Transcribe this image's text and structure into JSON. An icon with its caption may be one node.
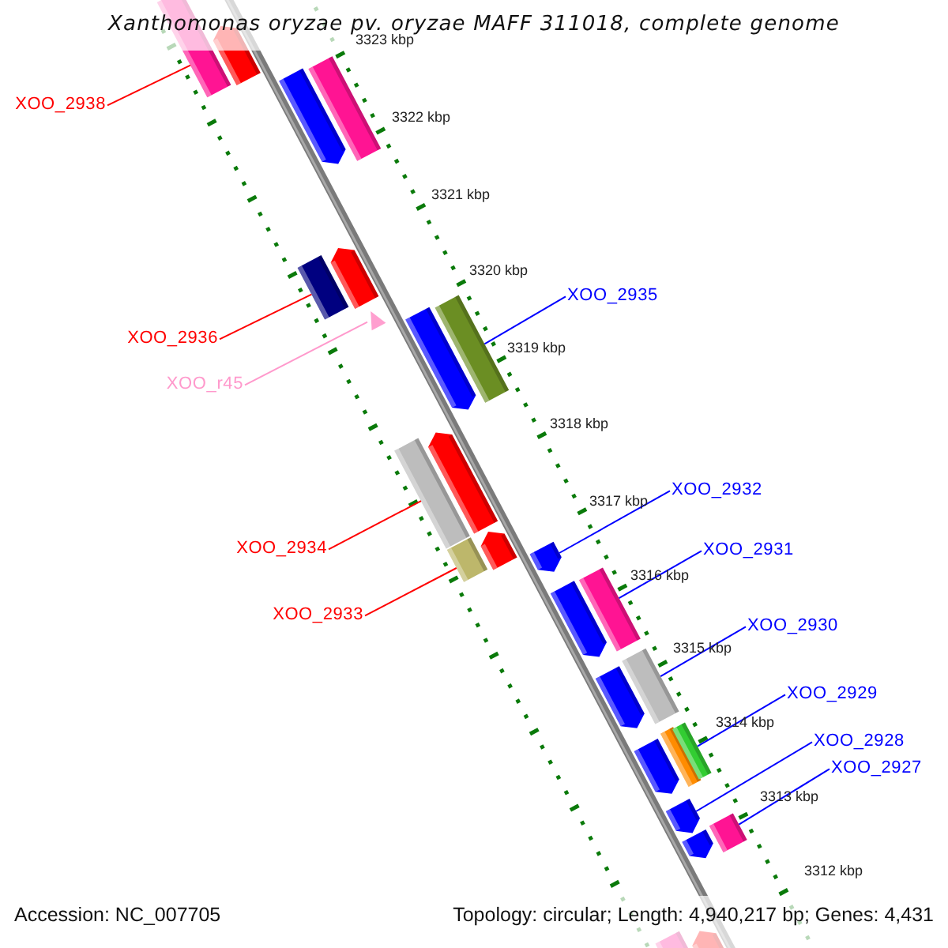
{
  "diagram": {
    "title": "Xanthomonas oryzae pv. oryzae MAFF 311018, complete genome",
    "nodes": [
      {
        "text": [
          "XOO_2938"
        ]
      },
      {
        "text": [
          "XOO_2936"
        ]
      },
      {
        "text": [
          "XOO_r45"
        ]
      },
      {
        "text": [
          "XOO_2934"
        ]
      },
      {
        "text": [
          "XOO_2933"
        ]
      },
      {
        "text": [
          "XOO_2935"
        ]
      },
      {
        "text": [
          "XOO_2932"
        ]
      },
      {
        "text": [
          "XOO_2931"
        ]
      },
      {
        "text": [
          "XOO_2930"
        ]
      },
      {
        "text": [
          "XOO_2929"
        ]
      },
      {
        "text": [
          "XOO_2928"
        ]
      },
      {
        "text": [
          "XOO_2927"
        ]
      },
      {
        "text": [],
        "shape": "bar"
      },
      {
        "text": [],
        "shape": "bar"
      },
      {
        "text": [],
        "shape": "bar"
      },
      {
        "text": [],
        "shape": "bar"
      },
      {
        "text": [],
        "shape": "bar"
      },
      {
        "text": [],
        "shape": "bar"
      },
      {
        "text": [],
        "shape": "bar"
      },
      {
        "text": [],
        "shape": "bar"
      },
      {
        "text": [],
        "shape": "bar"
      },
      {
        "text": [],
        "shape": "bar"
      },
      {
        "text": [],
        "shape": "bar"
      },
      {
        "text": [],
        "shape": "bar"
      },
      {
        "text": [],
        "shape": "bar"
      },
      {
        "text": [],
        "shape": "bar"
      },
      {
        "text": [],
        "shape": "bar"
      },
      {
        "text": [],
        "shape": "bar"
      },
      {
        "text": [],
        "shape": "bar"
      },
      {
        "text": [],
        "shape": "bar"
      },
      {
        "text": [],
        "shape": "bar"
      },
      {
        "text": [],
        "shape": "bar"
      },
      {
        "text": [],
        "shape": "bar"
      },
      {
        "text": [],
        "shape": "bar"
      },
      {
        "text": [],
        "shape": "bar"
      },
      {
        "text": [],
        "shape": "bar"
      },
      {
        "text": [],
        "shape": "bar"
      },
      {
        "text": [],
        "shape": "bar"
      }
    ],
    "edges": [
      {
        "from": 0,
        "to": 12,
        "arrow": "none",
        "color": "#ff0000"
      },
      {
        "from": 1,
        "to": 16,
        "arrow": "none",
        "color": "#ff0000"
      },
      {
        "from": 2,
        "to": 18,
        "arrow": "none",
        "color": "#ff99cc"
      },
      {
        "from": 3,
        "to": 21,
        "arrow": "none",
        "color": "#ff0000"
      },
      {
        "from": 4,
        "to": 23,
        "arrow": "none",
        "color": "#ff0000"
      },
      {
        "from": 5,
        "to": 20,
        "arrow": "none"
      },
      {
        "from": 6,
        "to": 25,
        "arrow": "none"
      },
      {
        "from": 7,
        "to": 27,
        "arrow": "none"
      },
      {
        "from": 8,
        "to": 28,
        "arrow": "none"
      },
      {
        "from": 9,
        "to": 31,
        "arrow": "none"
      },
      {
        "from": 10,
        "to": 33,
        "arrow": "none"
      },
      {
        "from": 11,
        "to": 34,
        "arrow": "none"
      }
    ],
    "labels": [
      "3323 kbp",
      "3322 kbp",
      "3321 kbp",
      "3320 kbp",
      "3319 kbp",
      "3318 kbp",
      "3317 kbp",
      "3316 kbp",
      "3315 kbp",
      "3314 kbp",
      "3313 kbp",
      "3312 kbp",
      "Accession: NC_007705",
      "Topology: circular; Length: 4,940,217 bp; Genes: 4,431"
    ]
  }
}
